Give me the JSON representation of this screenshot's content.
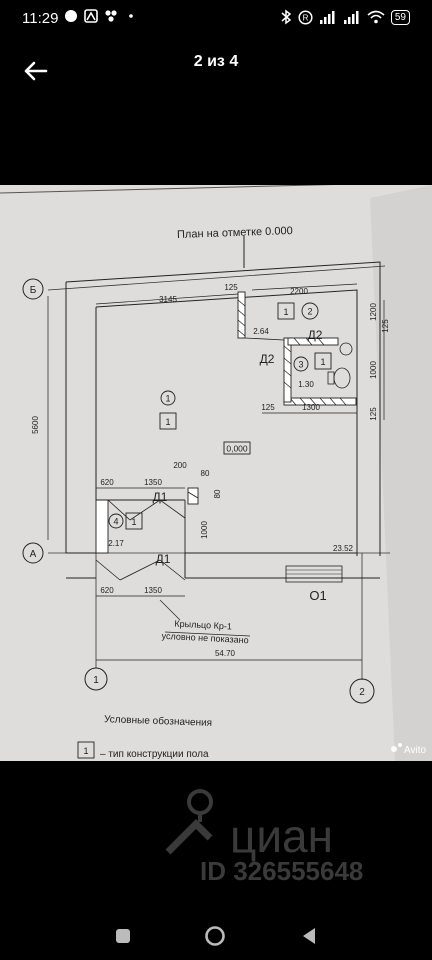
{
  "status_bar": {
    "time": "11:29",
    "battery": "59",
    "icons_left": [
      "notification-icon",
      "app-icon",
      "app-icon",
      "more-dots-icon"
    ],
    "icons_right": [
      "bluetooth-icon",
      "alarm-icon",
      "signal-icon",
      "signal-icon",
      "wifi-icon",
      "battery-icon"
    ]
  },
  "viewer": {
    "page_counter": "2 из 4",
    "back_icon": "arrow-left-icon"
  },
  "plan": {
    "title": "План на отметке 0.000",
    "axis_b": "Б",
    "axis_a": "А",
    "axis_1": "1",
    "axis_2": "2",
    "dim_5600": "5600",
    "dim_3145": "3145",
    "dim_125_top": "125",
    "dim_2200": "2200",
    "dim_1200": "1200",
    "dim_125_right": "125",
    "dim_1000": "1000",
    "dim_125_right2": "125",
    "dim_264": "2.64",
    "dim_130": "1.30",
    "dim_125_mid": "125",
    "dim_1300": "1300",
    "dim_200": "200",
    "dim_80a": "80",
    "dim_80b": "80",
    "dim_1000_mid": "1000",
    "dim_620_top": "620",
    "dim_1350_top": "1350",
    "dim_620_bot": "620",
    "dim_1350_bot": "1350",
    "dim_217": "2.17",
    "dim_2352": "23.52",
    "dim_5470": "54.70",
    "level_mark": "0,000",
    "door_d1_a": "Д1",
    "door_d1_b": "Д1",
    "door_d2_a": "Д2",
    "door_d2_b": "Д2",
    "window_o1": "О1",
    "room1_circle": "1",
    "room1_box": "1",
    "room2_box": "1",
    "room2_circle": "2",
    "room3_circle": "3",
    "room3_box": "1",
    "room4_circle": "4",
    "room4_box": "1",
    "porch_label": "Крыльцо Кр-1",
    "porch_note": "условно не показано",
    "legend_title": "Условные обозначения",
    "legend_box": "1",
    "legend_text": "– тип конструкции пола",
    "avito_mark": "Avito"
  },
  "watermark": {
    "brand": "циан",
    "id_text": "ID 326555648"
  },
  "nav_bar": {
    "recents_icon": "square-icon",
    "home_icon": "circle-icon",
    "back_icon": "triangle-back-icon"
  }
}
